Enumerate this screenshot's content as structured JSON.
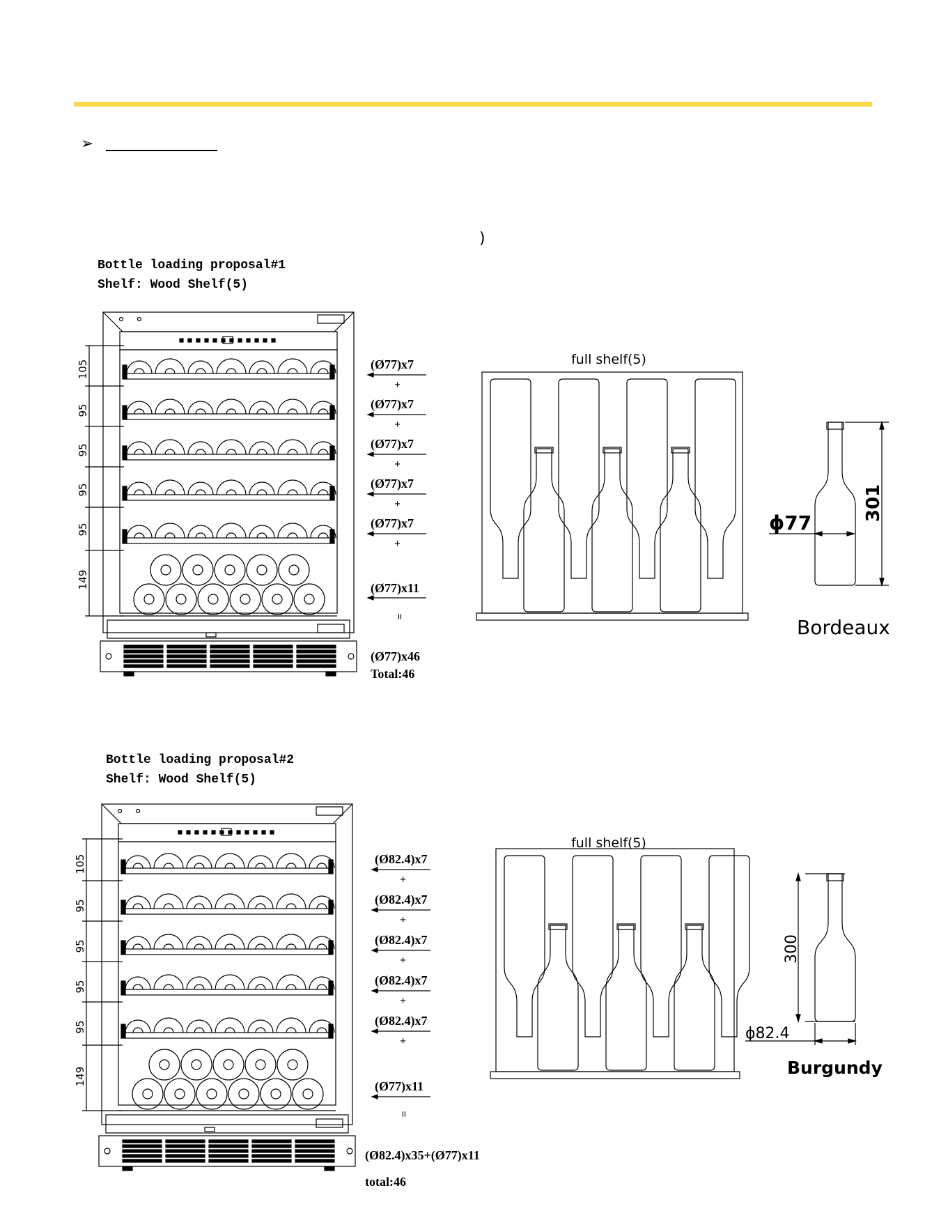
{
  "top": {
    "paren_text": ")"
  },
  "proposal1": {
    "title": "Bottle loading proposal#1",
    "shelf": "Shelf: Wood Shelf(5)",
    "dims": [
      "105",
      "95",
      "95",
      "95",
      "95",
      "149"
    ],
    "rows": [
      "(Ø77)x7",
      "(Ø77)x7",
      "(Ø77)x7",
      "(Ø77)x7",
      "(Ø77)x7",
      "(Ø77)x11"
    ],
    "plus": "+",
    "equals": "=",
    "sum": "(Ø77)x46",
    "total": "Total:46",
    "shelf_label": "full  shelf(5)",
    "bottle": {
      "diameter": "ϕ77",
      "height": "301",
      "name": "Bordeaux"
    }
  },
  "proposal2": {
    "title": "Bottle loading proposal#2",
    "shelf": "Shelf: Wood Shelf(5)",
    "dims": [
      "105",
      "95",
      "95",
      "95",
      "95",
      "149"
    ],
    "rows": [
      "(Ø82.4)x7",
      "(Ø82.4)x7",
      "(Ø82.4)x7",
      "(Ø82.4)x7",
      "(Ø82.4)x7",
      "(Ø77)x11"
    ],
    "plus": "+",
    "equals": "=",
    "sum": "(Ø82.4)x35+(Ø77)x11",
    "total": "total:46",
    "shelf_label": "full  shelf(5)",
    "bottle": {
      "diameter": "ϕ82.4",
      "height": "300",
      "name": "Burgundy"
    }
  },
  "colors": {
    "band": "#fbd94a",
    "line": "#000000"
  }
}
